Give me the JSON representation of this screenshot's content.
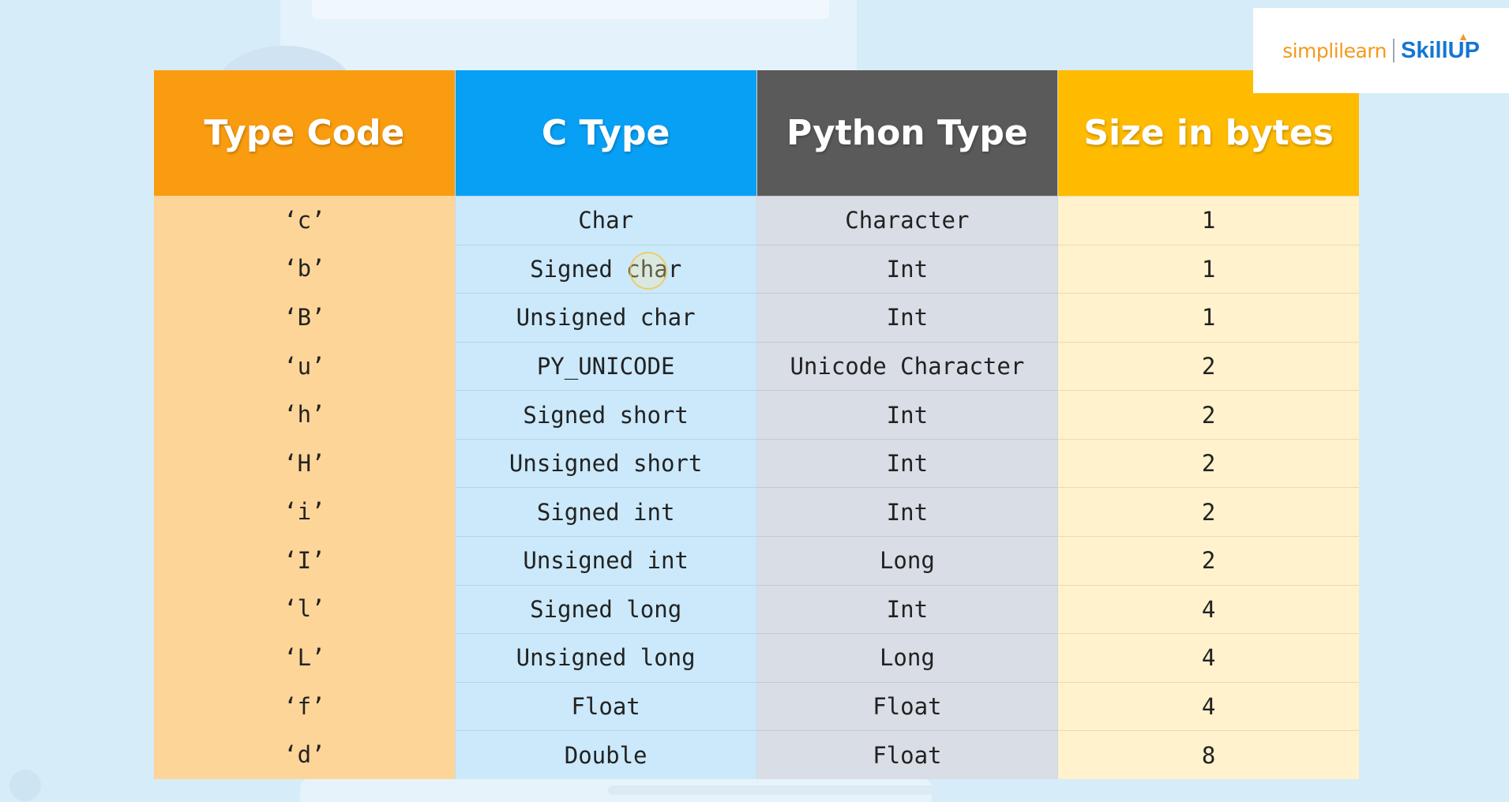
{
  "branding": {
    "simplilearn": "simplilearn",
    "skillup": "SkillUP"
  },
  "table": {
    "headers": {
      "type_code": "Type Code",
      "c_type": "C Type",
      "python_type": "Python Type",
      "size": "Size in bytes"
    },
    "rows": [
      {
        "type_code": "‘c’",
        "c_type": "Char",
        "python_type": "Character",
        "size": "1"
      },
      {
        "type_code": "‘b’",
        "c_type": "Signed char",
        "python_type": "Int",
        "size": "1"
      },
      {
        "type_code": "‘B’",
        "c_type": "Unsigned char",
        "python_type": "Int",
        "size": "1"
      },
      {
        "type_code": "‘u’",
        "c_type": "PY_UNICODE",
        "python_type": "Unicode Character",
        "size": "2"
      },
      {
        "type_code": "‘h’",
        "c_type": "Signed short",
        "python_type": "Int",
        "size": "2"
      },
      {
        "type_code": "‘H’",
        "c_type": "Unsigned short",
        "python_type": "Int",
        "size": "2"
      },
      {
        "type_code": "‘i’",
        "c_type": "Signed int",
        "python_type": "Int",
        "size": "2"
      },
      {
        "type_code": "‘I’",
        "c_type": "Unsigned int",
        "python_type": "Long",
        "size": "2"
      },
      {
        "type_code": "‘l’",
        "c_type": "Signed long",
        "python_type": "Int",
        "size": "4"
      },
      {
        "type_code": "‘L’",
        "c_type": "Unsigned long",
        "python_type": "Long",
        "size": "4"
      },
      {
        "type_code": "‘f’",
        "c_type": "Float",
        "python_type": "Float",
        "size": "4"
      },
      {
        "type_code": "‘d’",
        "c_type": "Double",
        "python_type": "Float",
        "size": "8"
      }
    ]
  },
  "colors": {
    "type_code_header": "#fa9c0f",
    "c_type_header": "#08a0f5",
    "python_type_header": "#5a5a5a",
    "size_header": "#ffbb00",
    "brand_orange": "#f39a1e",
    "brand_blue": "#1576d1"
  }
}
